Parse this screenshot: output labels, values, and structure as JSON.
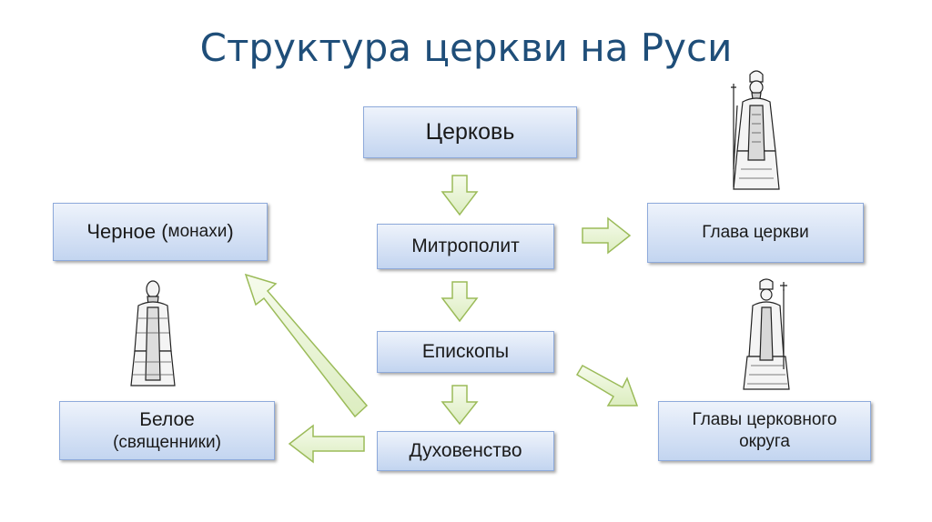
{
  "title": "Структура церкви на Руси",
  "nodes": {
    "church": "Церковь",
    "metropolitan": "Митрополит",
    "bishops": "Епископы",
    "clergy": "Духовенство",
    "black": {
      "main": "Черное (",
      "sub": "монахи",
      "close": ")"
    },
    "white": {
      "line1": "Белое",
      "line2": "(священники)"
    },
    "head": "Глава церкви",
    "district_heads": {
      "line1": "Главы церковного",
      "line2": "округа"
    }
  },
  "colors": {
    "arrow_fill": "#ebf5d8",
    "arrow_stroke": "#9bbb59",
    "title": "#1f4e79",
    "box_border": "#8eaadb"
  }
}
